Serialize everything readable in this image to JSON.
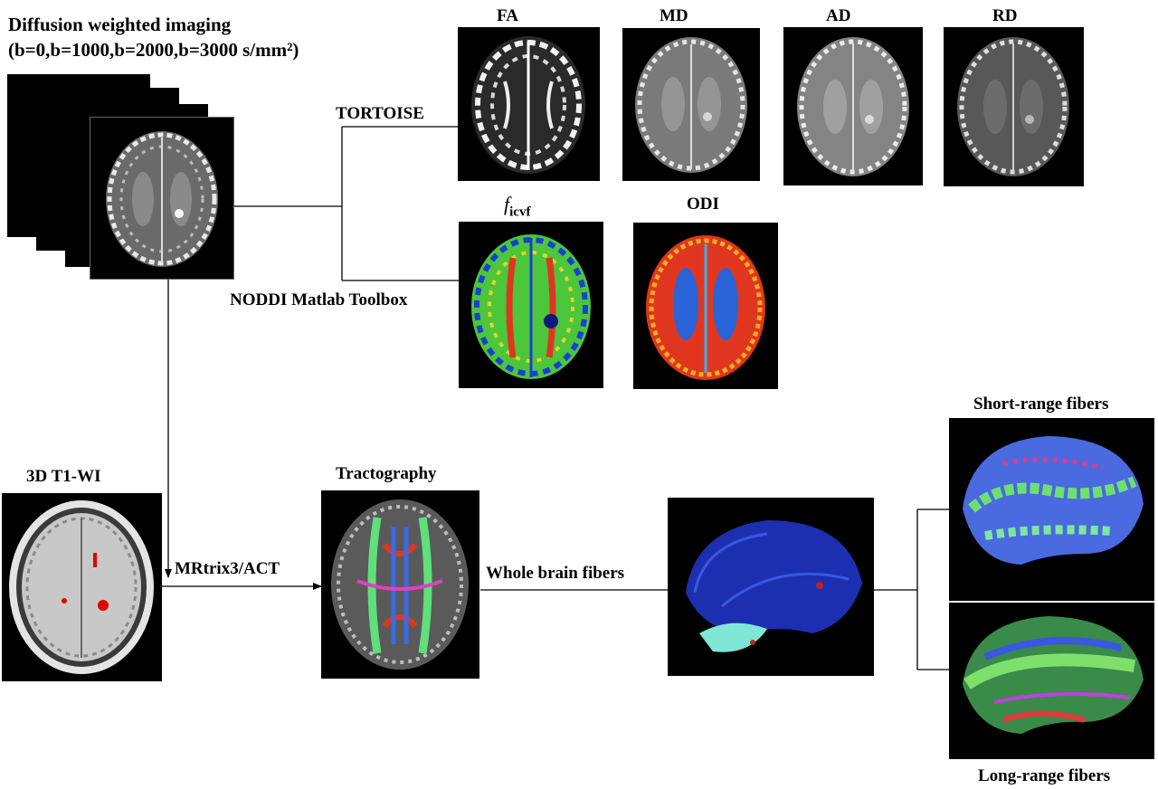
{
  "inputs": {
    "dwi_title": "Diffusion weighted imaging",
    "dwi_params": "(b=0,b=1000,b=2000,b=3000 s/mm²)",
    "t1_title": "3D T1-WI"
  },
  "methods": {
    "tortoise": "TORTOISE",
    "noddi": "NODDI Matlab Toolbox",
    "mrtrix": "MRtrix3/ACT"
  },
  "dti_maps": [
    "FA",
    "MD",
    "AD",
    "RD"
  ],
  "noddi_maps": {
    "ficvf_base": "f",
    "ficvf_sub": "icvf",
    "odi": "ODI"
  },
  "tractography": {
    "title": "Tractography",
    "whole_brain": "Whole brain fibers",
    "short_range": "Short-range fibers",
    "long_range": "Long-range fibers"
  },
  "colors": {
    "line": "#000000",
    "lesion": "#e00000",
    "noddi_green": "#4cc63a",
    "noddi_blue": "#1a3fd6",
    "noddi_red": "#e0361f",
    "fiber_blue": "#1c2fb0",
    "fiber_cyan": "#7fe6d8"
  }
}
